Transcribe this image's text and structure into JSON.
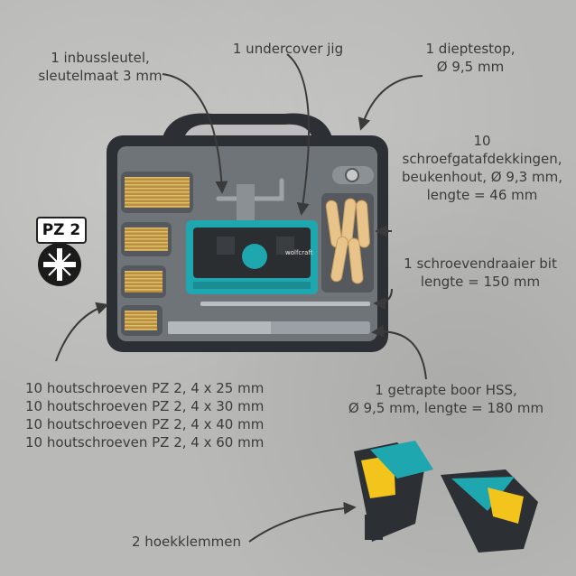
{
  "labels": {
    "hex_key": [
      "1 inbussleutel,",
      "sleutelmaat 3 mm"
    ],
    "jig": [
      "1 undercover jig"
    ],
    "depth_stop": [
      "1 dieptestop,",
      "Ø 9,5 mm"
    ],
    "plugs": [
      "10",
      "schroefgatafdekkingen,",
      "beukenhout, Ø 9,3 mm,",
      "lengte = 46 mm"
    ],
    "bit": [
      "1 schroevendraaier bit",
      "lengte = 150 mm"
    ],
    "drill": [
      "1 getrapte boor HSS,",
      "Ø 9,5 mm, lengte = 180 mm"
    ],
    "screws": [
      "10 houtschroeven PZ 2, 4 x 25 mm",
      "10 houtschroeven PZ 2, 4 x 30 mm",
      "10 houtschroeven PZ 2, 4 x 40 mm",
      "10 houtschroeven PZ 2, 4 x 60 mm"
    ],
    "clamps": [
      "2 hoekklemmen"
    ]
  },
  "badge": "PZ 2",
  "jig_brand": "wolfcraft",
  "colors": {
    "case": "#2c2f33",
    "case_inner": "#6f7479",
    "teal": "#1fa7b0",
    "yellow": "#f2c41c",
    "wood": "#e9c48a",
    "screw": "#c9a24e"
  }
}
